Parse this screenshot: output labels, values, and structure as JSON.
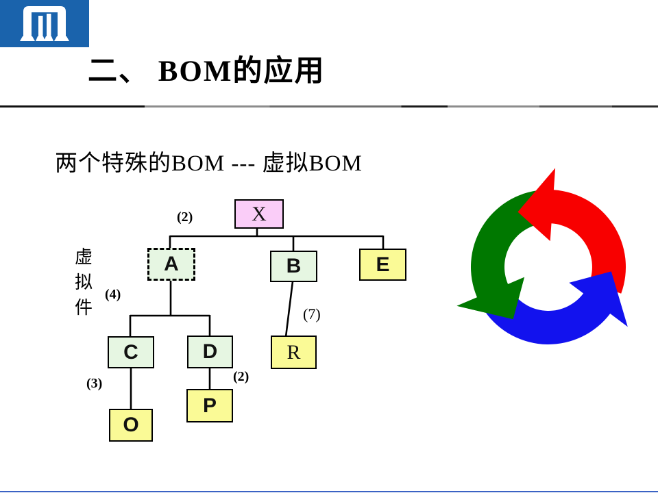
{
  "slide": {
    "title": "二、 BOM的应用",
    "subtitle": "两个特殊的BOM --- 虚拟BOM",
    "logo_bg": "#1A63AC"
  },
  "tree": {
    "virtual_part_label": "虚拟件",
    "nodes": [
      {
        "id": "X",
        "label": "X",
        "fill": "#FACDF8"
      },
      {
        "id": "A",
        "label": "A",
        "fill": "#E6F6E2"
      },
      {
        "id": "B",
        "label": "B",
        "fill": "#E6F6E2"
      },
      {
        "id": "E",
        "label": "E",
        "fill": "#FAFA96"
      },
      {
        "id": "C",
        "label": "C",
        "fill": "#E6F6E2"
      },
      {
        "id": "D",
        "label": "D",
        "fill": "#E6F6E2"
      },
      {
        "id": "R",
        "label": "R",
        "fill": "#FAFA96"
      },
      {
        "id": "P",
        "label": "P",
        "fill": "#FAFA96"
      },
      {
        "id": "O",
        "label": "O",
        "fill": "#FAFA96"
      }
    ],
    "quantities": [
      {
        "edge": "X-A",
        "text": "(2)"
      },
      {
        "edge": "A-children",
        "text": "(4)"
      },
      {
        "edge": "B-R",
        "text": "(7)"
      },
      {
        "edge": "C-O",
        "text": "(3)"
      },
      {
        "edge": "D-P",
        "text": "(2)"
      }
    ]
  },
  "cycle": {
    "red": "#F80000",
    "green": "#007800",
    "blue": "#1212EE"
  }
}
